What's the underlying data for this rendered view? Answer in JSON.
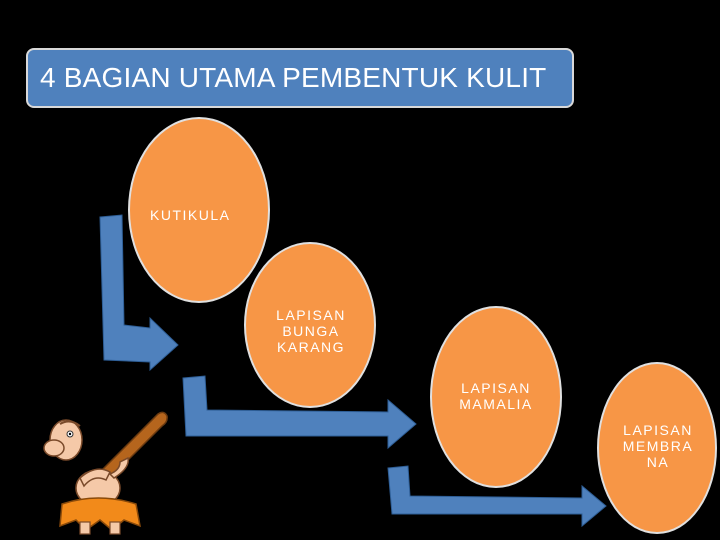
{
  "title": "4 BAGIAN UTAMA PEMBENTUK KULIT",
  "layers": [
    {
      "label": "KUTIKULA"
    },
    {
      "label": "LAPISAN\nBUNGA\nKARANG"
    },
    {
      "label": "LAPISAN\nMAMALIA"
    },
    {
      "label": "LAPISAN\nMEMBRA\nNA"
    }
  ],
  "colors": {
    "title_bg": "#4f81bd",
    "circle_fill": "#f79646",
    "arrow_fill": "#4f81bd",
    "background": "#000000"
  },
  "icons": [
    "caveman-with-club-icon"
  ]
}
